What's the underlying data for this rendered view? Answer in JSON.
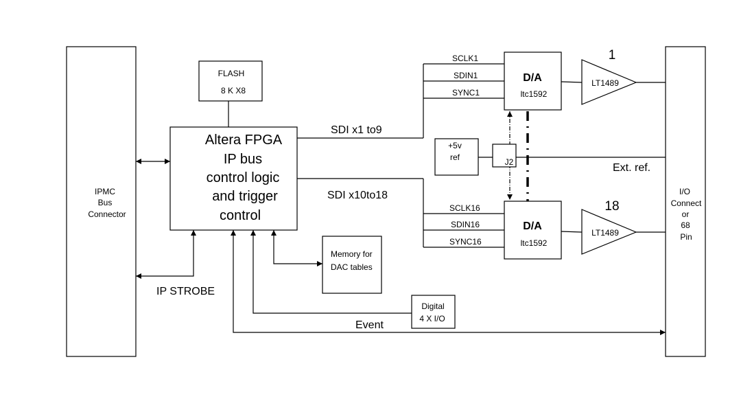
{
  "ipmc": {
    "lines": [
      "IPMC",
      "Bus",
      "Connector"
    ]
  },
  "flash": {
    "line1": "FLASH",
    "line2": "8 K X8"
  },
  "fpga": {
    "lines": [
      "Altera FPGA",
      "IP bus",
      "control logic",
      "and trigger",
      "control"
    ]
  },
  "sdi_top": "SDI x1 to9",
  "sdi_bottom": "SDI x10to18",
  "dac1": {
    "signals": [
      "SCLK1",
      "SDIN1",
      "SYNC1"
    ],
    "title": "D/A",
    "part": "ltc1592",
    "amp": "LT1489",
    "channel": "1"
  },
  "dac2": {
    "signals": [
      "SCLK16",
      "SDIN16",
      "SYNC16"
    ],
    "title": "D/A",
    "part": "ltc1592",
    "amp": "LT1489",
    "channel": "18"
  },
  "ref": {
    "line1": "+5v",
    "line2": "ref",
    "jumper": "J2",
    "ext": "Ext. ref."
  },
  "io": {
    "lines": [
      "I/O",
      "Connect",
      "or",
      "68",
      "Pin"
    ]
  },
  "memory": {
    "line1": "Memory  for",
    "line2": "DAC tables"
  },
  "digital": {
    "line1": "Digital",
    "line2": "4 X I/O"
  },
  "ip_strobe": "IP STROBE",
  "event": "Event"
}
